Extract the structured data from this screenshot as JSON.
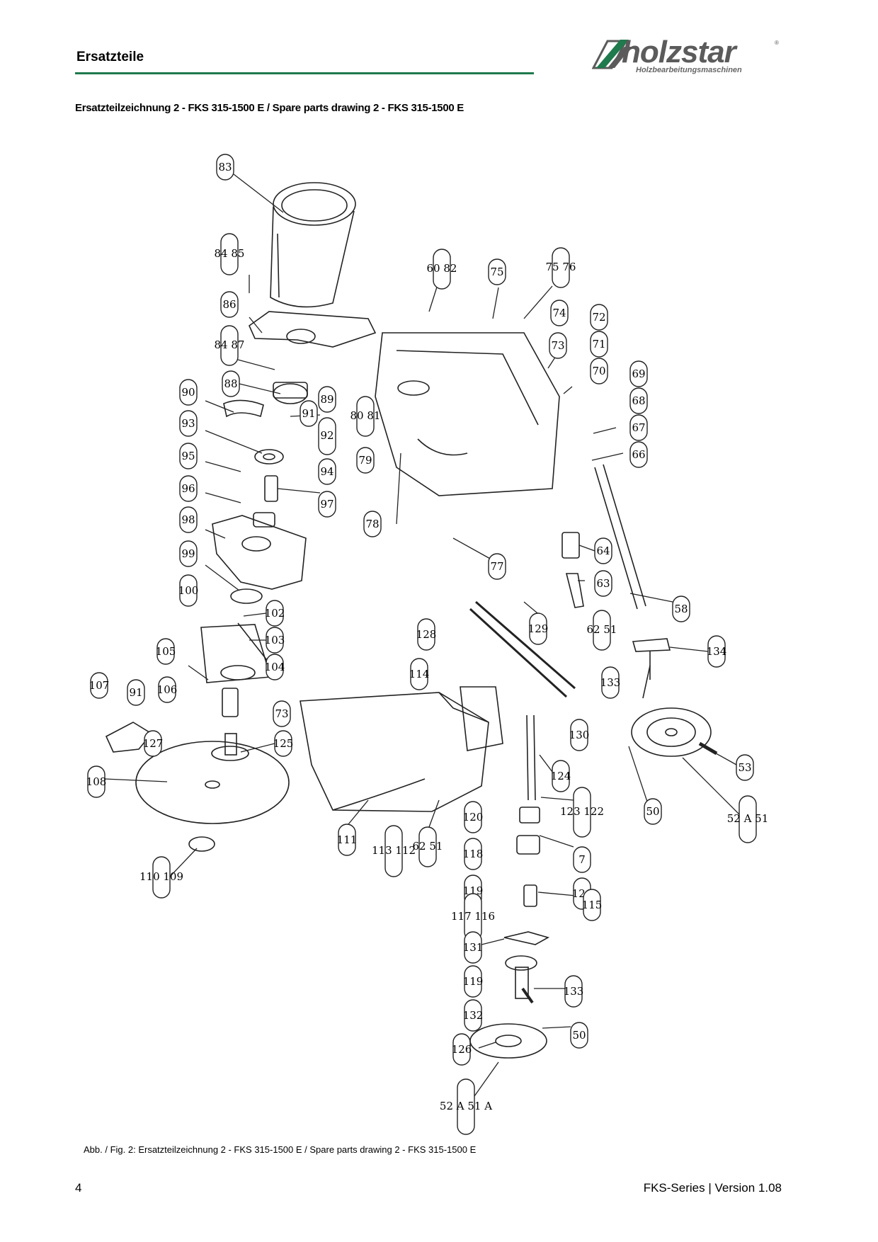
{
  "header": {
    "section_title": "Ersatzteile",
    "logo_word": "holzstar",
    "logo_reg": "®",
    "logo_tagline": "Holzbearbeitungsmaschinen",
    "accent_color": "#1f7a4d",
    "logo_color": "#5b5b5b"
  },
  "drawing_title": "Ersatzteilzeichnung 2 - FKS 315-1500 E / Spare parts drawing 2 - FKS 315-1500 E",
  "part_labels": [
    "83",
    "84 85",
    "86",
    "84 87",
    "88",
    "90",
    "89",
    "91",
    "92",
    "93",
    "95",
    "96",
    "94",
    "97",
    "98",
    "99",
    "100",
    "102",
    "103",
    "105",
    "107",
    "106",
    "104",
    "91",
    "127",
    "125",
    "108",
    "110 109",
    "73",
    "60 82",
    "75",
    "75 76",
    "74",
    "72",
    "73",
    "71",
    "70",
    "69",
    "68",
    "67",
    "66",
    "80 81",
    "79",
    "78",
    "77",
    "64",
    "63",
    "58",
    "128",
    "129",
    "114",
    "130",
    "62 51",
    "134",
    "133",
    "53",
    "52 A 51",
    "50",
    "124",
    "111",
    "113 112",
    "62 51",
    "120",
    "123 122",
    "118",
    "119",
    "7",
    "121",
    "117 116",
    "115",
    "131",
    "119",
    "132",
    "133",
    "50",
    "126",
    "52 A 51 A"
  ],
  "caption": "Abb. / Fig. 2: Ersatzteilzeichnung 2 - FKS 315-1500 E / Spare parts drawing 2 - FKS 315-1500 E",
  "footer": {
    "page_number": "4",
    "series_version": "FKS-Series | Version 1.08"
  }
}
